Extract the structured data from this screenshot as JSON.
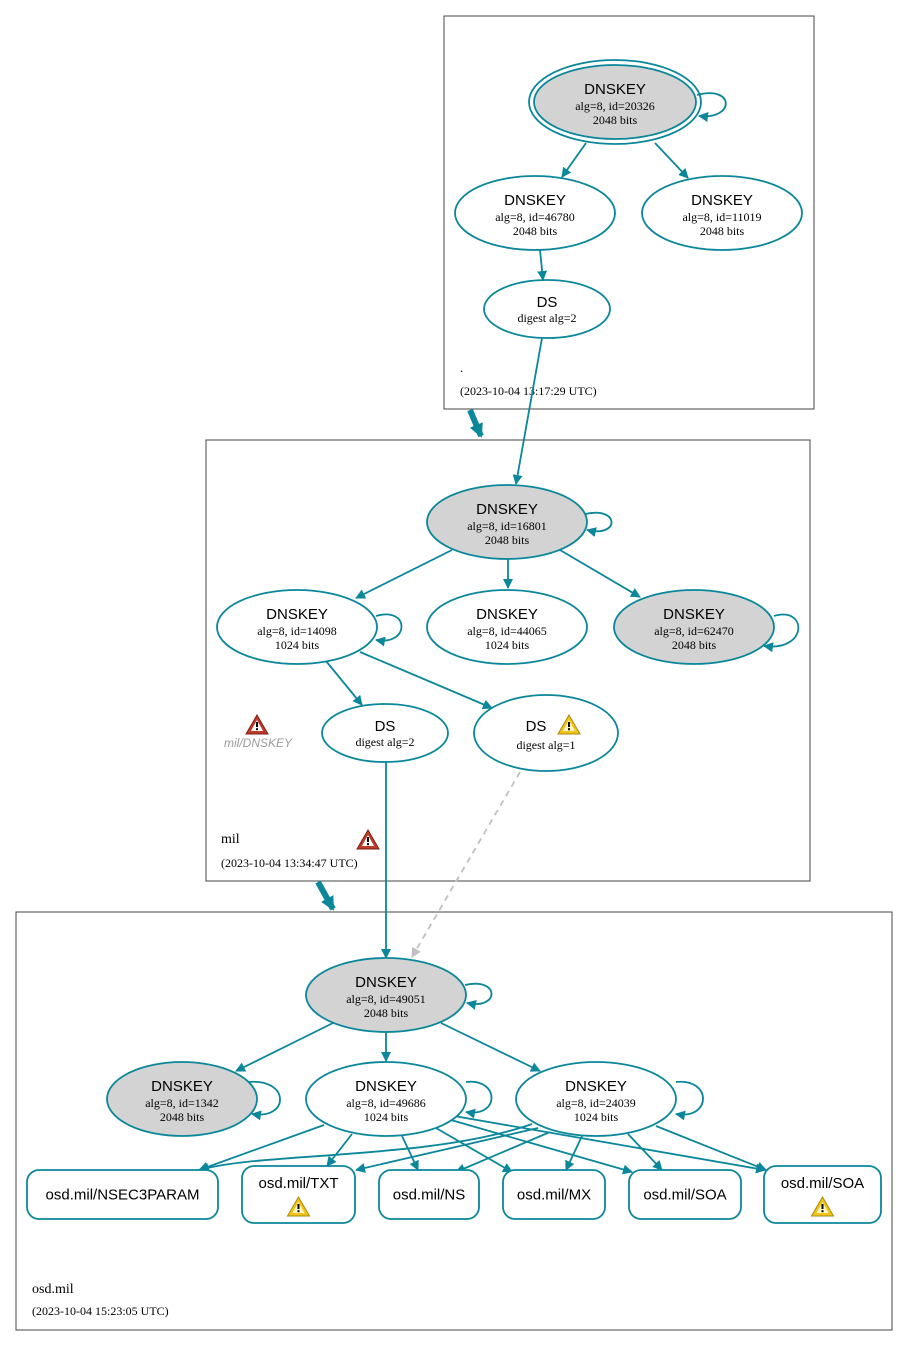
{
  "colors": {
    "edge": "#0a879a",
    "warn_red": "#c0392b",
    "warn_yellow": "#f0c419",
    "filled_node": "#d3d3d3",
    "insecure": "#c0c0c0",
    "zone_border": "#444444"
  },
  "zones": [
    {
      "id": "root",
      "name": ".",
      "timestamp": "(2023-10-04 13:17:29 UTC)"
    },
    {
      "id": "mil",
      "name": "mil",
      "timestamp": "(2023-10-04 13:34:47 UTC)"
    },
    {
      "id": "osd",
      "name": "osd.mil",
      "timestamp": "(2023-10-04 15:23:05 UTC)"
    }
  ],
  "error_label": "mil/DNSKEY",
  "nodes": [
    {
      "id": "r20326",
      "title": "DNSKEY",
      "line1": "alg=8, id=20326",
      "line2": "2048 bits"
    },
    {
      "id": "r46780",
      "title": "DNSKEY",
      "line1": "alg=8, id=46780",
      "line2": "2048 bits"
    },
    {
      "id": "r11019",
      "title": "DNSKEY",
      "line1": "alg=8, id=11019",
      "line2": "2048 bits"
    },
    {
      "id": "rds",
      "title": "DS",
      "line1": "digest alg=2",
      "line2": ""
    },
    {
      "id": "m16801",
      "title": "DNSKEY",
      "line1": "alg=8, id=16801",
      "line2": "2048 bits"
    },
    {
      "id": "m14098",
      "title": "DNSKEY",
      "line1": "alg=8, id=14098",
      "line2": "1024 bits"
    },
    {
      "id": "m44065",
      "title": "DNSKEY",
      "line1": "alg=8, id=44065",
      "line2": "1024 bits"
    },
    {
      "id": "m62470",
      "title": "DNSKEY",
      "line1": "alg=8, id=62470",
      "line2": "2048 bits"
    },
    {
      "id": "mds2",
      "title": "DS",
      "line1": "digest alg=2",
      "line2": ""
    },
    {
      "id": "mds1",
      "title": "DS",
      "line1": "digest alg=1",
      "line2": ""
    },
    {
      "id": "o49051",
      "title": "DNSKEY",
      "line1": "alg=8, id=49051",
      "line2": "2048 bits"
    },
    {
      "id": "o1342",
      "title": "DNSKEY",
      "line1": "alg=8, id=1342",
      "line2": "2048 bits"
    },
    {
      "id": "o49686",
      "title": "DNSKEY",
      "line1": "alg=8, id=49686",
      "line2": "1024 bits"
    },
    {
      "id": "o24039",
      "title": "DNSKEY",
      "line1": "alg=8, id=24039",
      "line2": "1024 bits"
    }
  ],
  "records": [
    {
      "id": "nsec3param",
      "label": "osd.mil/NSEC3PARAM"
    },
    {
      "id": "txt",
      "label": "osd.mil/TXT"
    },
    {
      "id": "ns",
      "label": "osd.mil/NS"
    },
    {
      "id": "mx",
      "label": "osd.mil/MX"
    },
    {
      "id": "soa1",
      "label": "osd.mil/SOA"
    },
    {
      "id": "soa2",
      "label": "osd.mil/SOA"
    }
  ]
}
